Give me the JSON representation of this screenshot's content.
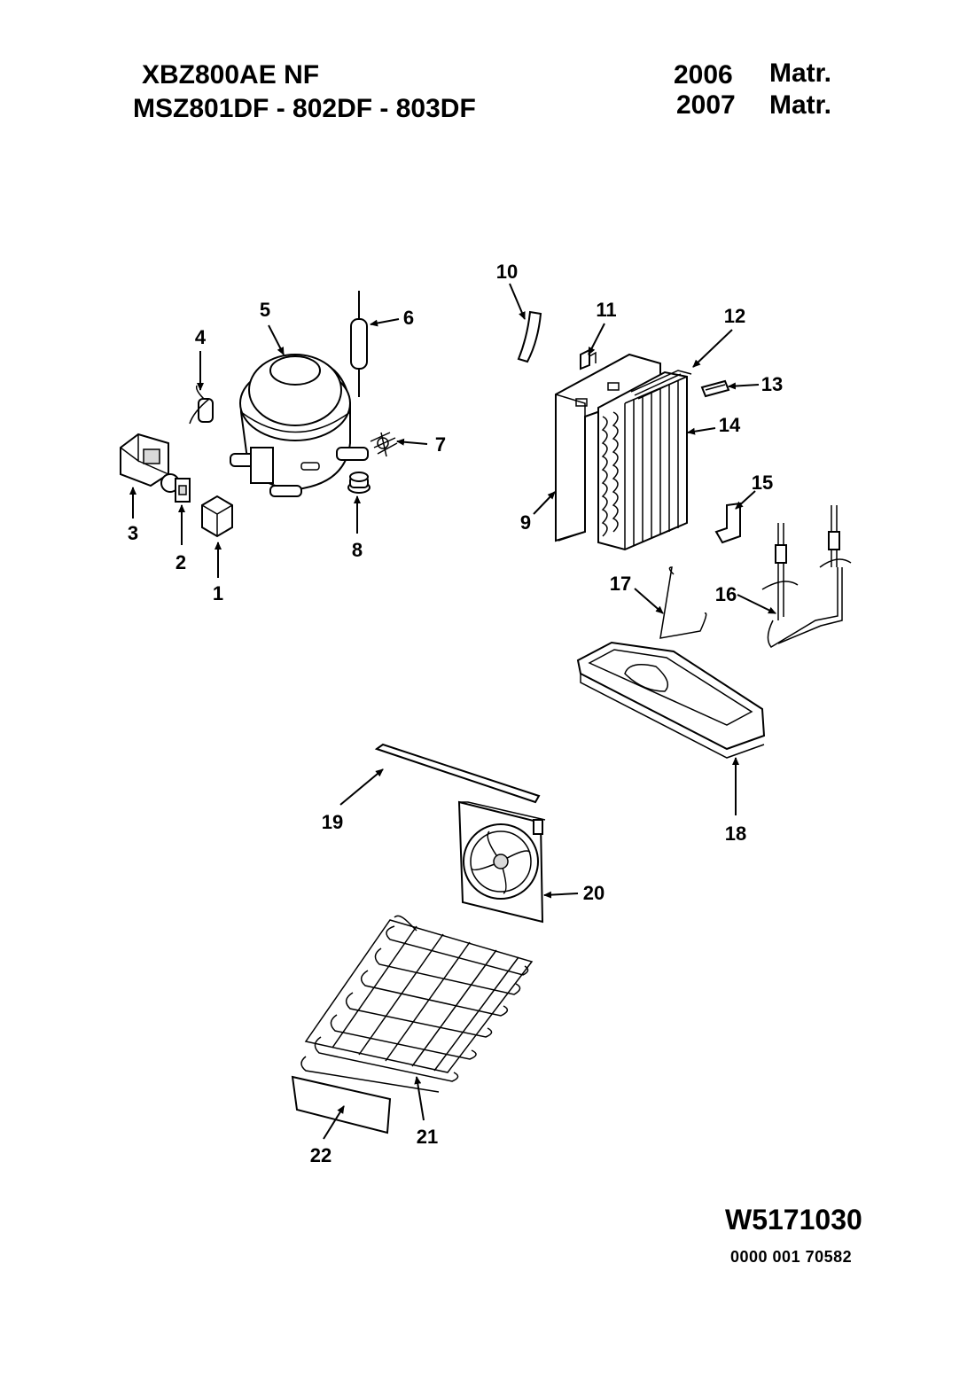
{
  "header": {
    "model_line_1": "XBZ800AE NF",
    "model_line_2": "MSZ801DF - 802DF - 803DF",
    "year_1": "2006",
    "year_2": "2007",
    "matr_1": "Matr.",
    "matr_2": "Matr."
  },
  "footer": {
    "drawing_code": "W5171030",
    "part_number": "0000 001 70582"
  },
  "callouts": {
    "c1": "1",
    "c2": "2",
    "c3": "3",
    "c4": "4",
    "c5": "5",
    "c6": "6",
    "c7": "7",
    "c8": "8",
    "c9": "9",
    "c10": "10",
    "c11": "11",
    "c12": "12",
    "c13": "13",
    "c14": "14",
    "c15": "15",
    "c16": "16",
    "c17": "17",
    "c18": "18",
    "c19": "19",
    "c20": "20",
    "c21": "21",
    "c22": "22"
  }
}
